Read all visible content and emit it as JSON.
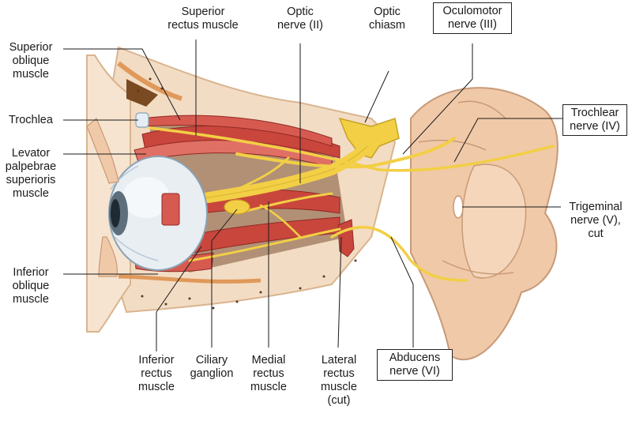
{
  "labels": {
    "superior_rectus": "Superior\nrectus muscle",
    "optic_nerve": "Optic\nnerve (II)",
    "optic_chiasm": "Optic\nchiasm",
    "oculomotor": "Oculomotor\nnerve (III)",
    "superior_oblique": "Superior\noblique\nmuscle",
    "trochlea": "Trochlea",
    "levator": "Levator\npalpebrae\nsuperioris\nmuscle",
    "trochlear_nerve": "Trochlear\nnerve (IV)",
    "trigeminal": "Trigeminal\nnerve (V),\ncut",
    "inferior_oblique": "Inferior\noblique\nmuscle",
    "inferior_rectus": "Inferior\nrectus\nmuscle",
    "ciliary": "Ciliary\nganglion",
    "medial_rectus": "Medial\nrectus\nmuscle",
    "lateral_rectus": "Lateral\nrectus\nmuscle\n(cut)",
    "abducens": "Abducens\nnerve (VI)"
  },
  "colors": {
    "bone": "#f3dcc4",
    "bone_edge": "#d9b48f",
    "muscle": "#c9463d",
    "muscle_light": "#e7857a",
    "nerve": "#f2cf45",
    "nerve_edge": "#c9a223",
    "brainstem": "#f0c9a8",
    "brainstem_edge": "#c89a78",
    "eye": "#e9eef3",
    "leader": "#1a1a1a"
  }
}
